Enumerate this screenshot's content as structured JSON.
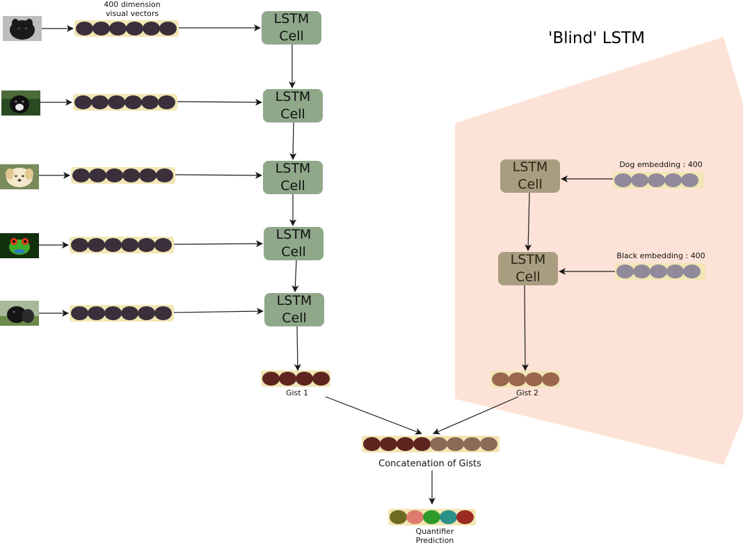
{
  "panel": {
    "title": "'Blind' LSTM",
    "color": "#fde3d7"
  },
  "labels": {
    "visual_vectors": "400 dimension\nvisual vectors",
    "dog_embedding": "Dog embedding : 400",
    "black_embedding": "Black embedding : 400",
    "gist1": "Gist 1",
    "gist2": "Gist 2",
    "concat": "Concatenation of Gists",
    "prediction": "Quantifier\nPrediction"
  },
  "lstm_label": "LSTM\nCell",
  "images": [
    {
      "icon": "black-dog-photo"
    },
    {
      "icon": "black-dog-photo"
    },
    {
      "icon": "puppy-photo"
    },
    {
      "icon": "frog-photo"
    },
    {
      "icon": "dog-photo"
    }
  ],
  "colors": {
    "visual_dot": "#3a2f3a",
    "embedding_dot": "#908a9a",
    "gist1_dot": "#5e2520",
    "gist2_dot": "#9a6650",
    "concat_dots": [
      "#5e2520",
      "#5e2520",
      "#5e2520",
      "#5e2520",
      "#8c6a56",
      "#8c6a56",
      "#8c6a56",
      "#8c6a56"
    ],
    "prediction_dots": [
      "#6e6a22",
      "#df7b6e",
      "#2e9a2a",
      "#2b9088",
      "#9a2a22"
    ],
    "lstm_visual": "#8fa88a",
    "lstm_blind": "#a89d80",
    "vector_bg": "#f2e6b4"
  }
}
